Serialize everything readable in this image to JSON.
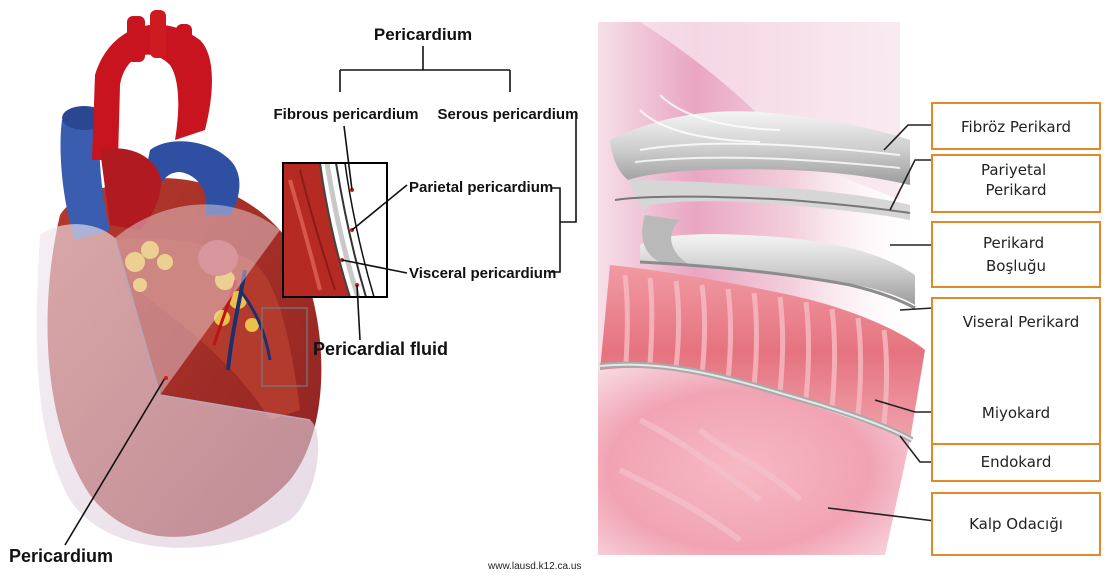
{
  "left_figure": {
    "title": "Pericardium",
    "fibrous": "Fibrous pericardium",
    "serous": "Serous pericardium",
    "parietal": "Parietal pericardium",
    "visceral": "Visceral pericardium",
    "fluid": "Pericardial fluid",
    "heart_label": "Pericardium",
    "source": "www.lausd.k12.ca.us"
  },
  "right_figure": {
    "labels": [
      "Fibröz Perikard",
      "Pariyetal|Perikard",
      "Perikard|Boşluğu",
      "Viseral Perikard",
      "Miyokard",
      "Endokard",
      "Kalp Odacığı"
    ]
  },
  "colors": {
    "box_border": "#e08a2a",
    "aorta_red": "#c8141e",
    "vein_blue": "#2f4fa3",
    "myocardium": "#e7898f",
    "fat_yellow": "#e8c24a"
  }
}
